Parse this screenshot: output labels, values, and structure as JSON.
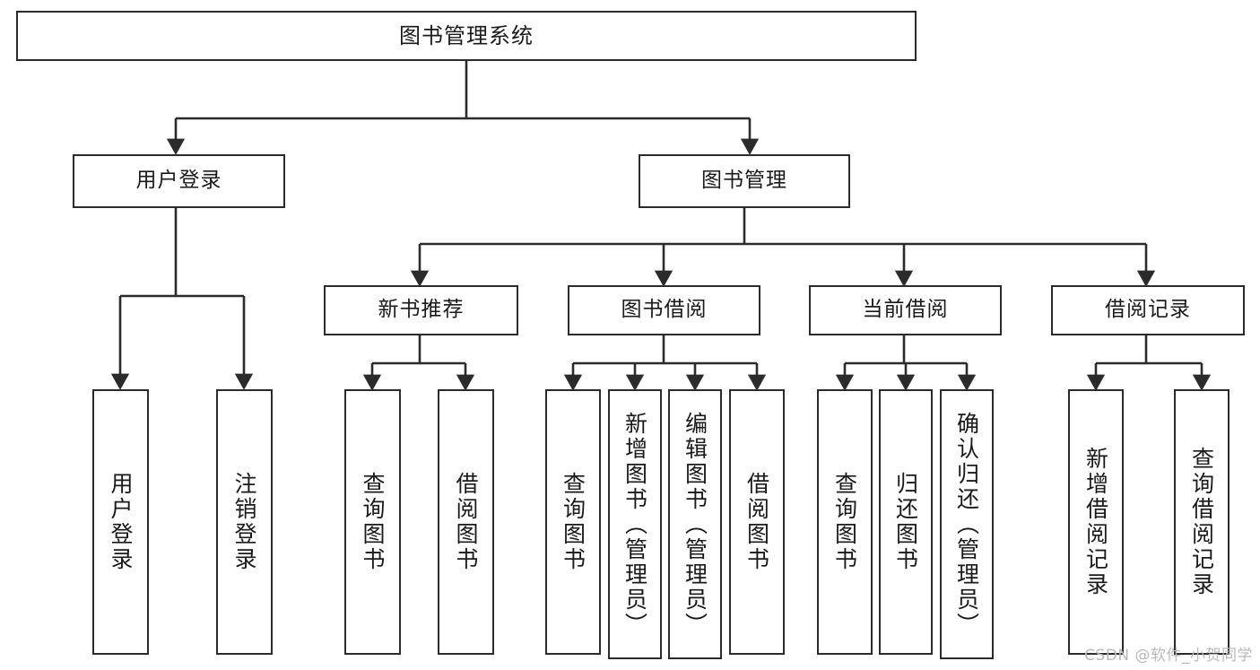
{
  "diagram": {
    "type": "tree-hierarchy",
    "title": "图书管理系统",
    "watermark": "CSDN @软件_小贺同学",
    "colors": {
      "stroke": "#2b2b2b",
      "fill": "#ffffff",
      "text": "#1a1a1a",
      "watermark": "#b9b9b9"
    },
    "levels": {
      "root": {
        "label": "图书管理系统"
      },
      "level2": [
        {
          "label": "用户登录"
        },
        {
          "label": "图书管理"
        }
      ],
      "level3": [
        {
          "label": "新书推荐"
        },
        {
          "label": "图书借阅"
        },
        {
          "label": "当前借阅"
        },
        {
          "label": "借阅记录"
        }
      ],
      "leaves": {
        "user_login": [
          {
            "label": "用户登录"
          },
          {
            "label": "注销登录"
          }
        ],
        "new_book_recommend": [
          {
            "label": "查询图书"
          },
          {
            "label": "借阅图书"
          }
        ],
        "book_borrow": [
          {
            "label": "查询图书"
          },
          {
            "label": "新增图书（管理员）"
          },
          {
            "label": "编辑图书（管理员）"
          },
          {
            "label": "借阅图书"
          }
        ],
        "current_borrow": [
          {
            "label": "查询图书"
          },
          {
            "label": "归还图书"
          },
          {
            "label": "确认归还（管理员）"
          }
        ],
        "borrow_record": [
          {
            "label": "新增借阅记录"
          },
          {
            "label": "查询借阅记录"
          }
        ]
      }
    }
  }
}
